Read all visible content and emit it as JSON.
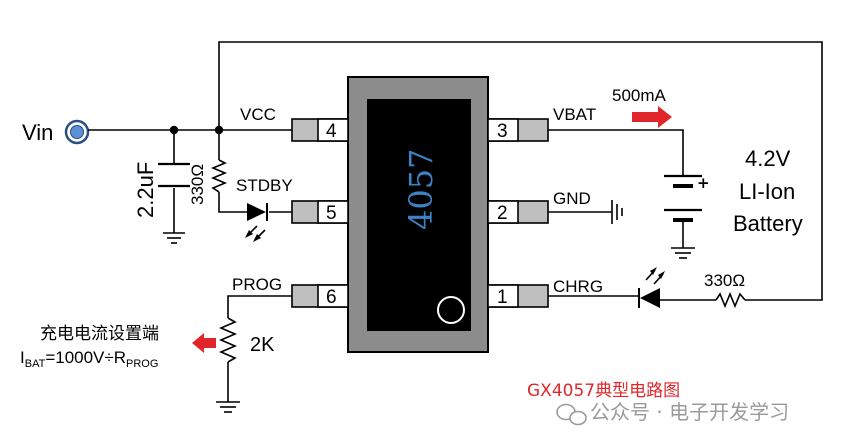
{
  "input_label": "Vin",
  "capacitor_label": "2.2uF",
  "r_stdby_label": "330Ω",
  "r_prog_label": "2K",
  "r_chrg_label": "330Ω",
  "chip_marking": "4057",
  "pins": {
    "p4": {
      "num": "4",
      "name": "VCC"
    },
    "p5": {
      "num": "5",
      "name": "STDBY"
    },
    "p6": {
      "num": "6",
      "name": "PROG"
    },
    "p3": {
      "num": "3",
      "name": "VBAT"
    },
    "p2": {
      "num": "2",
      "name": "GND"
    },
    "p1": {
      "num": "1",
      "name": "CHRG"
    }
  },
  "current_label": "500mA",
  "battery": {
    "voltage": "4.2V",
    "type": "LI-Ion",
    "word": "Battery"
  },
  "prog_note": {
    "title": "充电电流设置端",
    "formula_i": "I",
    "formula_i_sub": "BAT",
    "formula_mid": "=1000V÷R",
    "formula_r_sub": "PROG"
  },
  "caption": "GX4057典型电路图",
  "watermark": "公众号 · 电子开发学习",
  "colors": {
    "arrow": "#e0262a",
    "chip_text": "#3d82c4",
    "chip_body": "#8c8c8c",
    "chip_die": "#000000"
  }
}
